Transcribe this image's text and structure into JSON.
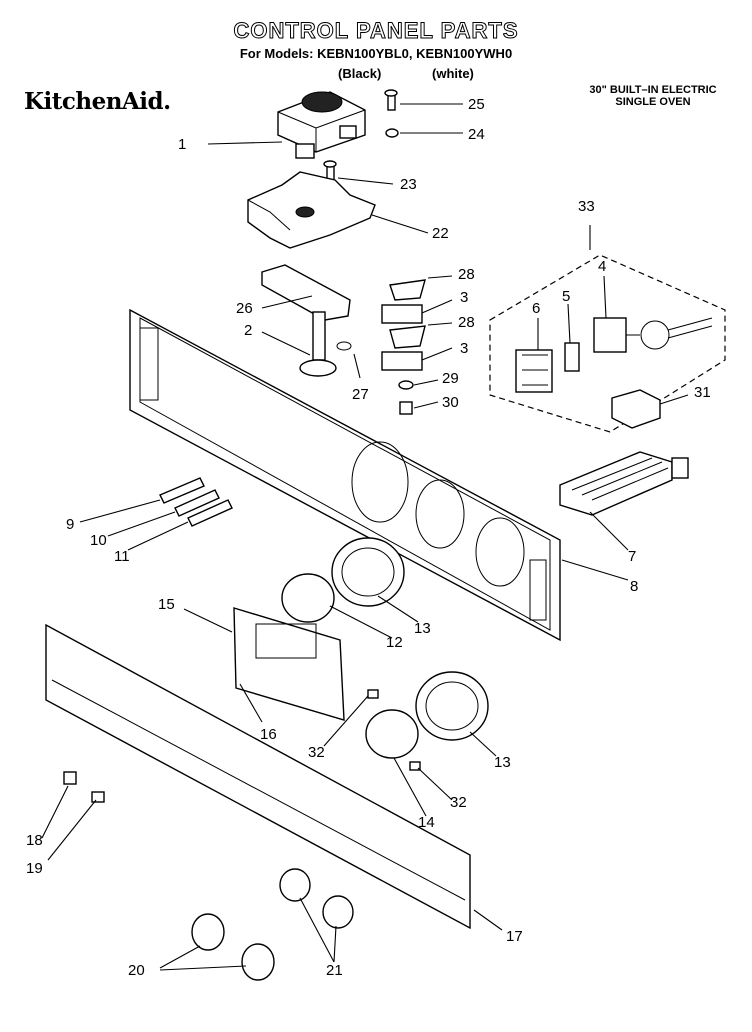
{
  "header": {
    "title": "CONTROL PANEL PARTS",
    "models": "For Models: KEBN100YBL0, KEBN100YWH0",
    "variant_black": "(Black)",
    "variant_white": "(white)",
    "brand": "KitchenAid.",
    "oven_line1": "30\" BUILT–IN ELECTRIC",
    "oven_line2": "SINGLE OVEN"
  },
  "callouts": {
    "c1": "1",
    "c2": "2",
    "c3a": "3",
    "c3b": "3",
    "c4": "4",
    "c5": "5",
    "c6": "6",
    "c7": "7",
    "c8": "8",
    "c9": "9",
    "c10": "10",
    "c11": "11",
    "c12": "12",
    "c13a": "13",
    "c13b": "13",
    "c14": "14",
    "c15": "15",
    "c16": "16",
    "c17": "17",
    "c18": "18",
    "c19": "19",
    "c20": "20",
    "c21": "21",
    "c22": "22",
    "c23": "23",
    "c24": "24",
    "c25": "25",
    "c26": "26",
    "c27": "27",
    "c28a": "28",
    "c28b": "28",
    "c29": "29",
    "c30": "30",
    "c31": "31",
    "c32a": "32",
    "c32b": "32",
    "c33": "33"
  }
}
